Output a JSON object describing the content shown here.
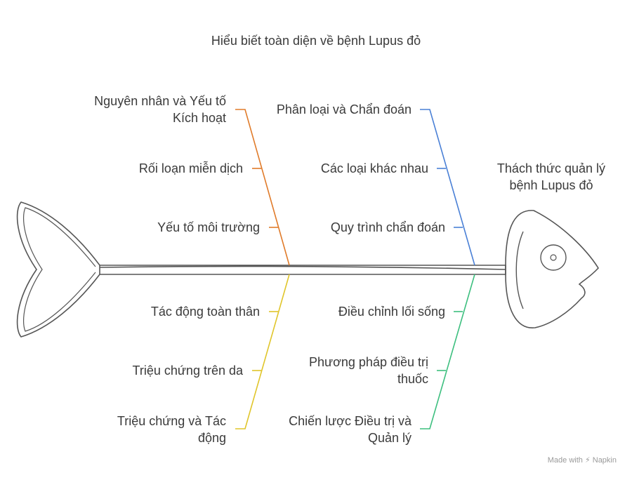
{
  "title": "Hiểu biết toàn diện về bệnh Lupus đỏ",
  "head": "Thách thức quản lý bệnh Lupus đỏ",
  "bones": {
    "upper_left": {
      "category": "Nguyên nhân và Yếu tố Kích hoạt",
      "causes": [
        "Rối loạn miễn dịch",
        "Yếu tố môi trường"
      ],
      "color": "#E07B2A"
    },
    "upper_right": {
      "category": "Phân loại và Chẩn đoán",
      "causes": [
        "Các loại khác nhau",
        "Quy trình chẩn đoán"
      ],
      "color": "#4A80D6"
    },
    "lower_left": {
      "category": "Triệu chứng và Tác động",
      "causes": [
        "Tác động toàn thân",
        "Triệu chứng trên da"
      ],
      "color": "#E0C52A"
    },
    "lower_right": {
      "category": "Chiến lược Điều trị và Quản lý",
      "causes": [
        "Điều chỉnh lối sống",
        "Phương pháp điều trị thuốc"
      ],
      "color": "#3DBF7F"
    }
  },
  "credit": {
    "prefix": "Made with",
    "brand": "Napkin"
  }
}
